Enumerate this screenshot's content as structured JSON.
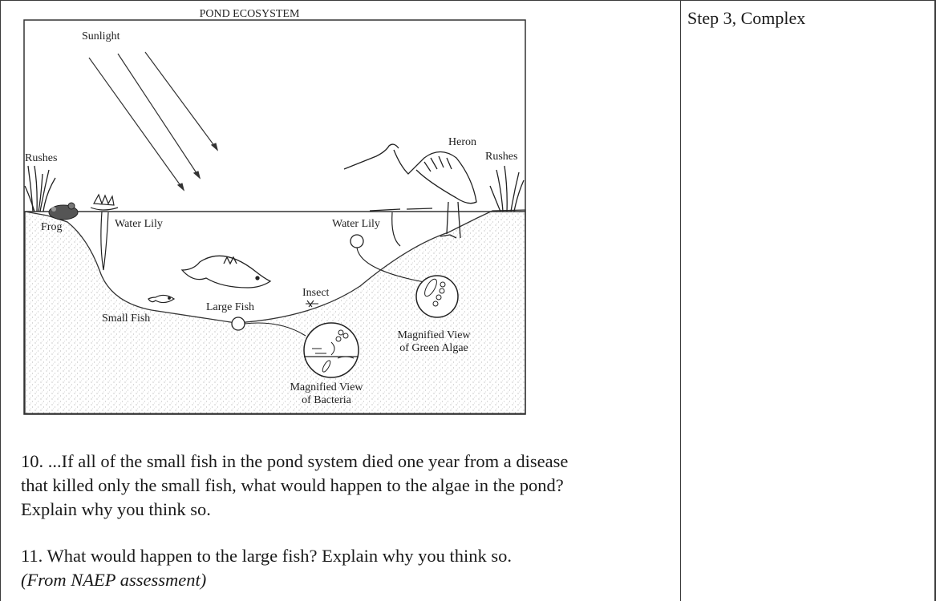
{
  "figure": {
    "title": "POND ECOSYSTEM",
    "labels": {
      "sunlight": "Sunlight",
      "rushes_left": "Rushes",
      "rushes_right": "Rushes",
      "heron": "Heron",
      "frog": "Frog",
      "water_lily_left": "Water Lily",
      "water_lily_right": "Water Lily",
      "large_fish": "Large Fish",
      "insect": "Insect",
      "small_fish": "Small Fish",
      "algae_line1": "Magnified View",
      "algae_line2": "of Green Algae",
      "bacteria_line1": "Magnified View",
      "bacteria_line2": "of Bacteria"
    }
  },
  "questions": {
    "q10_line1": "10. ...If all of the small fish in the pond system died one year from a disease",
    "q10_line2": "that killed only the small fish, what would happen to the algae in the pond?",
    "q10_line3": "Explain why you think so.",
    "q11_line1": "11. What would happen to the large fish? Explain why you think so.",
    "source": "(From NAEP assessment)"
  },
  "side_cell": {
    "text": "Step 3, Complex"
  }
}
